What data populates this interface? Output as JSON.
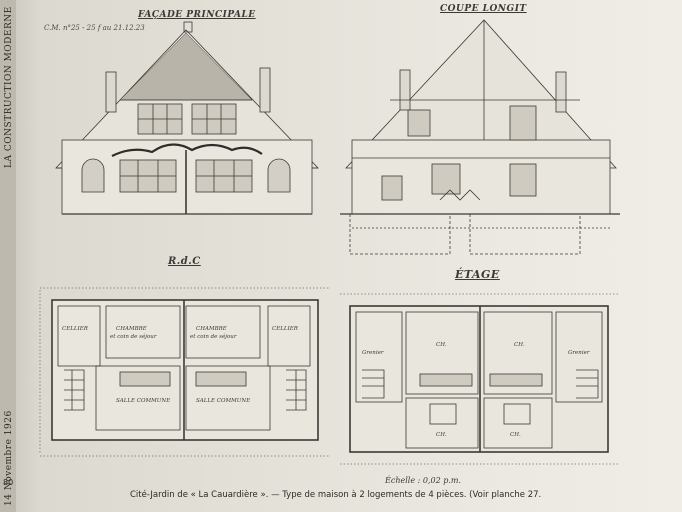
{
  "spine": {
    "date": "14 Novembre 1926",
    "journal": "LA CONSTRUCTION MODERNE"
  },
  "page_number": "80",
  "drawings": {
    "facade_title": "FAÇADE PRINCIPALE",
    "section_title": "COUPE LONGIT",
    "ground_title": "R.d.C",
    "floor_title": "ÉTAGE",
    "stamp": "C.M. n°25 - 25 f au 21.12.23"
  },
  "rooms_ground": {
    "cellier_left": "CELLIER",
    "chambre_left": "CHAMBRE",
    "chambre_left_sub": "et coin de séjour",
    "chambre_right": "CHAMBRE",
    "chambre_right_sub": "et coin de séjour",
    "cellier_right": "CELLIER",
    "salle_left": "SALLE COMMUNE",
    "salle_right": "SALLE COMMUNE"
  },
  "rooms_floor": {
    "grenier_left": "Grenier",
    "ch1": "CH.",
    "ch2": "CH.",
    "ch3": "CH.",
    "ch4": "CH.",
    "grenier_right": "Grenier"
  },
  "scale": "Échelle : 0,02 p.m.",
  "caption": "Cité-Jardin de « La Cauardière ». — Type de maison à 2 logements de 4 pièces. (Voir planche 27."
}
